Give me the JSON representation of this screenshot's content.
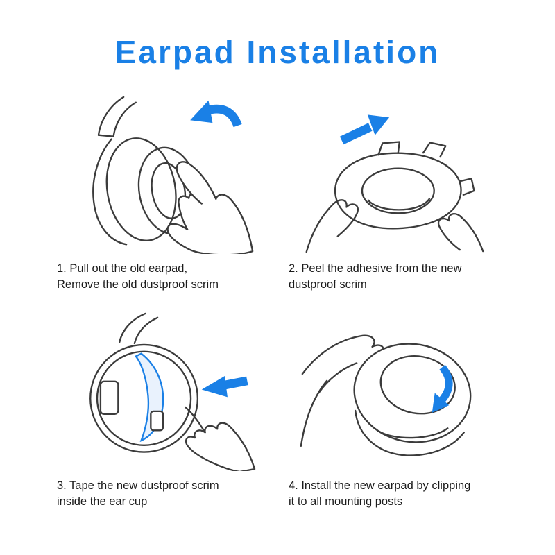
{
  "page": {
    "title": "Earpad Installation",
    "accent_color": "#1a80e6",
    "line_color": "#3b3b3b",
    "background_color": "#ffffff"
  },
  "steps": [
    {
      "name": "pull-out-old-earpad",
      "illustration": "hand-pulling-old-earpad-off-cup-with-curved-arrow",
      "lines": [
        "1. Pull out the old earpad,",
        "Remove the old dustproof scrim"
      ]
    },
    {
      "name": "peel-adhesive",
      "illustration": "hands-peeling-adhesive-ring-with-up-right-arrow",
      "lines": [
        "2. Peel the adhesive from the new",
        "dustproof scrim"
      ]
    },
    {
      "name": "tape-new-scrim",
      "illustration": "hand-taping-blue-scrim-into-ear-cup-with-left-arrow",
      "lines": [
        "3. Tape the new dustproof scrim",
        "inside the ear cup"
      ]
    },
    {
      "name": "install-new-earpad",
      "illustration": "hand-holding-earpad-ring-with-rotating-arrow",
      "lines": [
        "4. Install the new earpad by clipping",
        "it to all mounting posts"
      ]
    }
  ]
}
